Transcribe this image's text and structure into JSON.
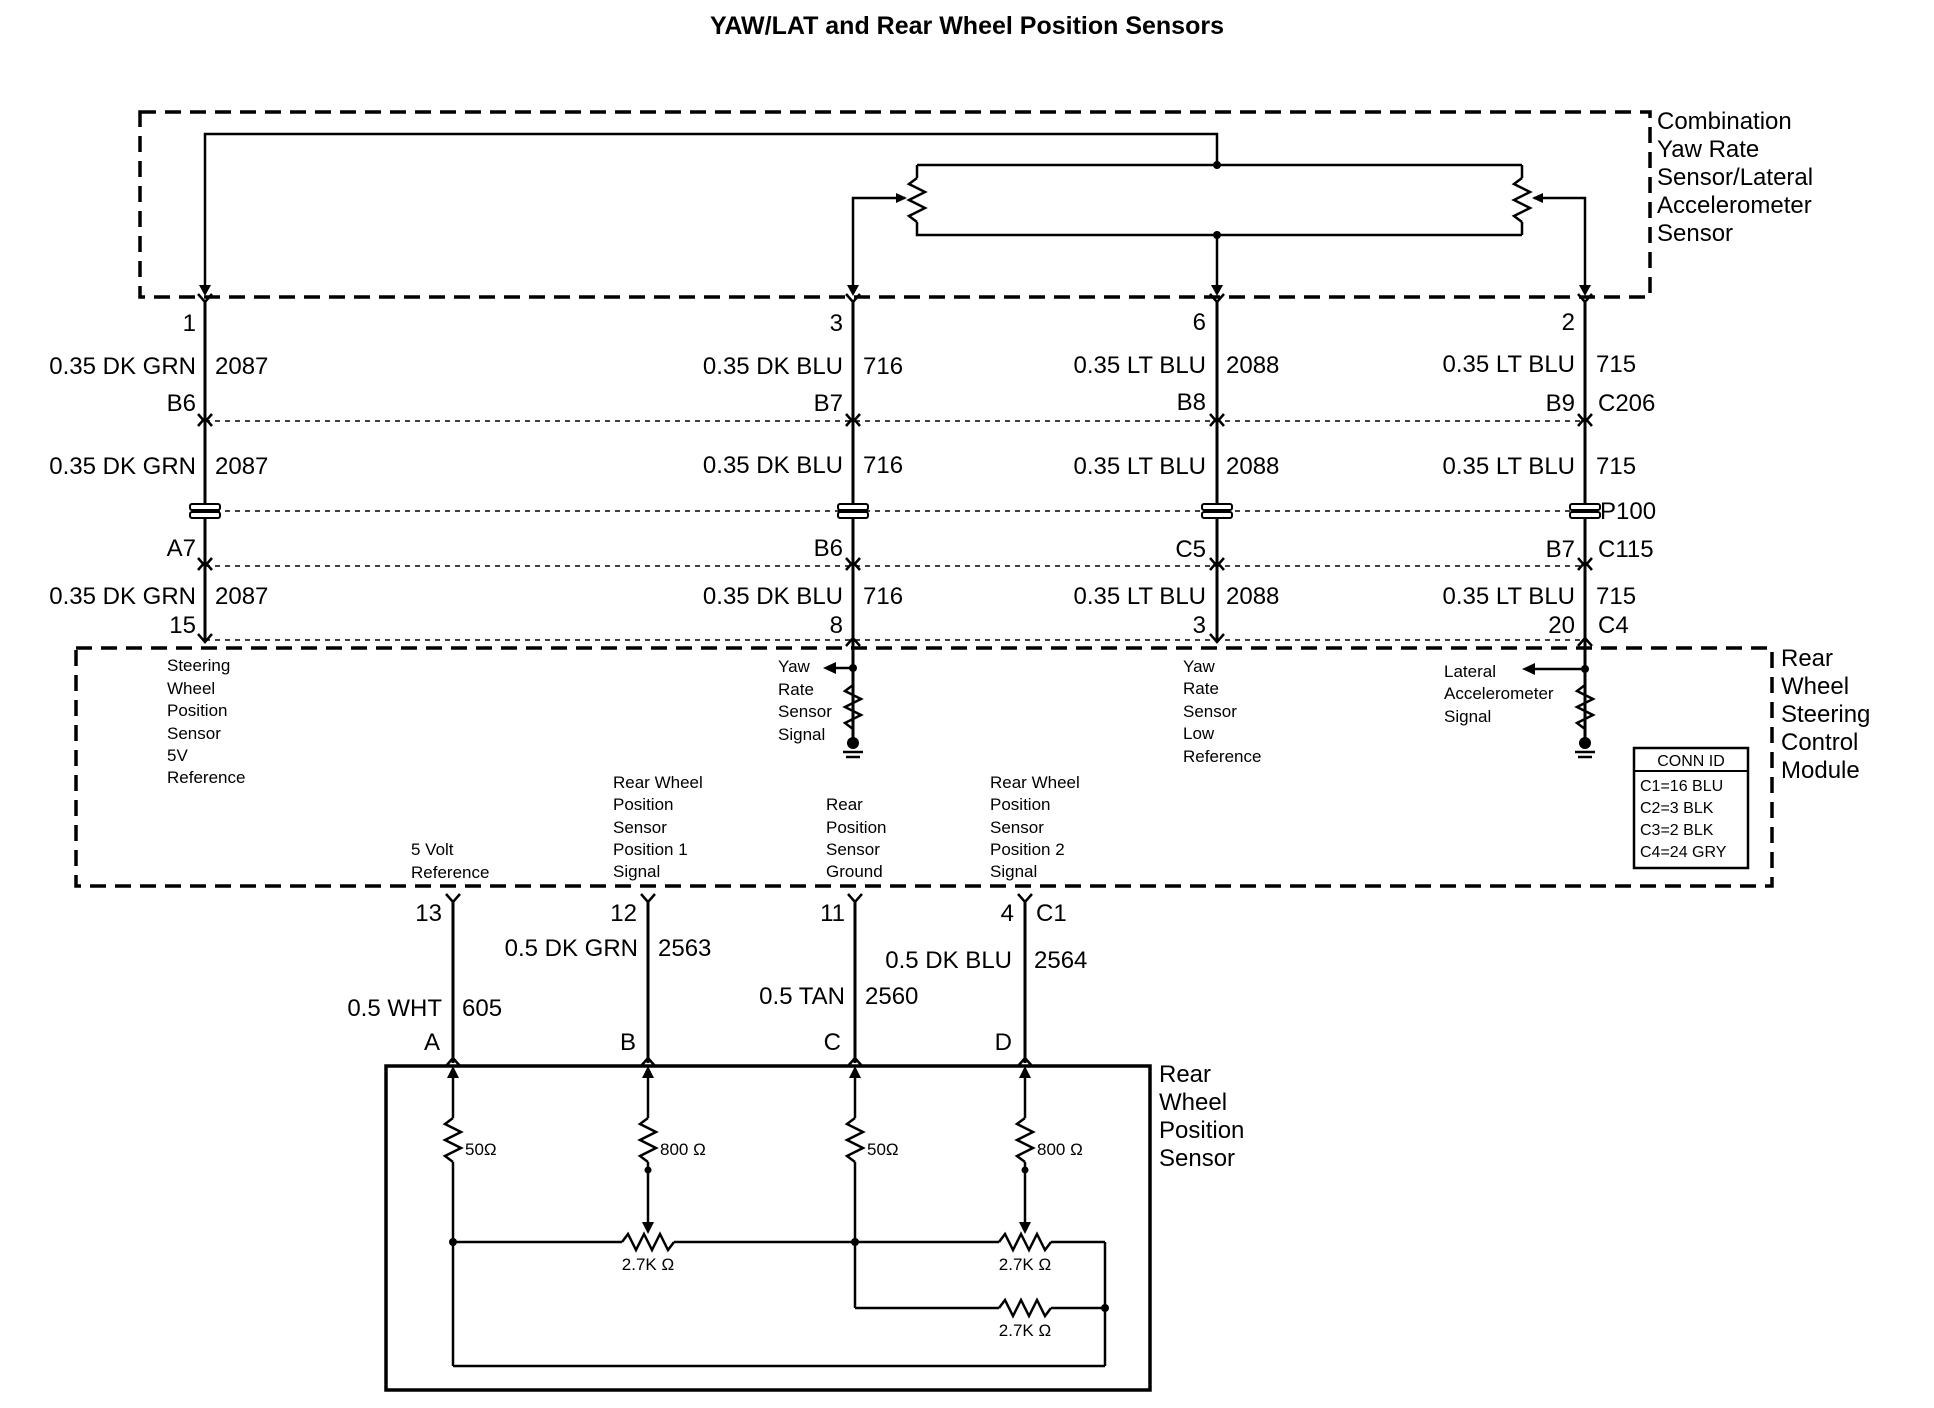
{
  "title": "YAW/LAT and Rear Wheel Position Sensors",
  "components": {
    "yaw_lat_sensor": [
      "Combination",
      "Yaw Rate",
      "Sensor/Lateral",
      "Accelerometer",
      "Sensor"
    ],
    "rwsc_module": [
      "Rear",
      "Wheel",
      "Steering",
      "Control",
      "Module"
    ],
    "rear_wheel_position_sensor": [
      "Rear",
      "Wheel",
      "Position",
      "Sensor"
    ]
  },
  "sensor_pins": [
    "1",
    "3",
    "6",
    "2"
  ],
  "circuits": [
    {
      "wire": "0.35 DK GRN",
      "circuit": "2087",
      "c206": "B6",
      "c115": "A7",
      "c4": "15"
    },
    {
      "wire": "0.35 DK BLU",
      "circuit": "716",
      "c206": "B7",
      "c115": "B6",
      "c4": "8"
    },
    {
      "wire": "0.35 LT BLU",
      "circuit": "2088",
      "c206": "B8",
      "c115": "C5",
      "c4": "3"
    },
    {
      "wire": "0.35 LT BLU",
      "circuit": "715",
      "c206": "B9",
      "c115": "B7",
      "c4": "20"
    }
  ],
  "connectors": {
    "c206": "C206",
    "p100": "P100",
    "c115": "C115",
    "c4": "C4",
    "c1": "C1"
  },
  "module_signals": {
    "steering": [
      "Steering",
      "Wheel",
      "Position",
      "Sensor",
      "5V",
      "Reference"
    ],
    "yaw_signal": [
      "Yaw",
      "Rate",
      "Sensor",
      "Signal"
    ],
    "yaw_low_ref": [
      "Yaw",
      "Rate",
      "Sensor",
      "Low",
      "Reference"
    ],
    "lateral": [
      "Lateral",
      "Accelerometer",
      "Signal"
    ],
    "ref_5v": [
      "5 Volt",
      "Reference"
    ],
    "rwp1": [
      "Rear Wheel",
      "Position",
      "Sensor",
      "Position 1",
      "Signal"
    ],
    "rear_ground": [
      "Rear",
      "Position",
      "Sensor",
      "Ground"
    ],
    "rwp2": [
      "Rear Wheel",
      "Position",
      "Sensor",
      "Position 2",
      "Signal"
    ]
  },
  "conn_id": {
    "title": "CONN ID",
    "rows": [
      "C1=16 BLU",
      "C2=3 BLK",
      "C3=2 BLK",
      "C4=24 GRY"
    ]
  },
  "lower_circuits": [
    {
      "pin": "13",
      "wire": "0.5 WHT",
      "circuit": "605",
      "sensor_pin": "A",
      "resistor": "50Ω"
    },
    {
      "pin": "12",
      "wire": "0.5 DK GRN",
      "circuit": "2563",
      "sensor_pin": "B",
      "resistor": "800 Ω"
    },
    {
      "pin": "11",
      "wire": "0.5 TAN",
      "circuit": "2560",
      "sensor_pin": "C",
      "resistor": "50Ω"
    },
    {
      "pin": "4",
      "wire": "0.5 DK BLU",
      "circuit": "2564",
      "sensor_pin": "D",
      "resistor": "800 Ω"
    }
  ],
  "pot_labels": [
    "2.7K Ω",
    "2.7K Ω",
    "2.7K Ω"
  ]
}
